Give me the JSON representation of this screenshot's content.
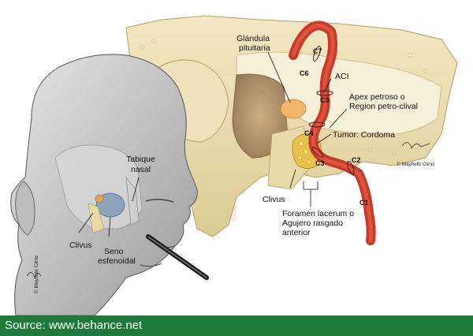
{
  "labels": {
    "glandula_line1": "Glándula",
    "glandula_line2": "pituitaria",
    "aci": "ACI",
    "apex_line1": "Apex petroso o",
    "apex_line2": "Region petro-clival",
    "tumor": "Tumor: Cordoma",
    "clivus_right": "Clivus",
    "foramen_line1": "Foramen lacerum o",
    "foramen_line2": "Agujero rasgado",
    "foramen_line3": "anterior",
    "tabique_line1": "Tabique",
    "tabique_line2": "nasal",
    "clivus_left": "Clivus",
    "seno_line1": "Seno",
    "seno_line2": "esfenoidal"
  },
  "segments": {
    "c1": "C1",
    "c2": "C2",
    "c3": "C3",
    "c4": "C4",
    "c5": "C5",
    "c6": "C6",
    "c7": "C7"
  },
  "copyright": {
    "right": "© Mayfield Clinic",
    "left": "© Mayfield Clinic"
  },
  "footer": {
    "source": "Source: www.behance.net"
  }
}
